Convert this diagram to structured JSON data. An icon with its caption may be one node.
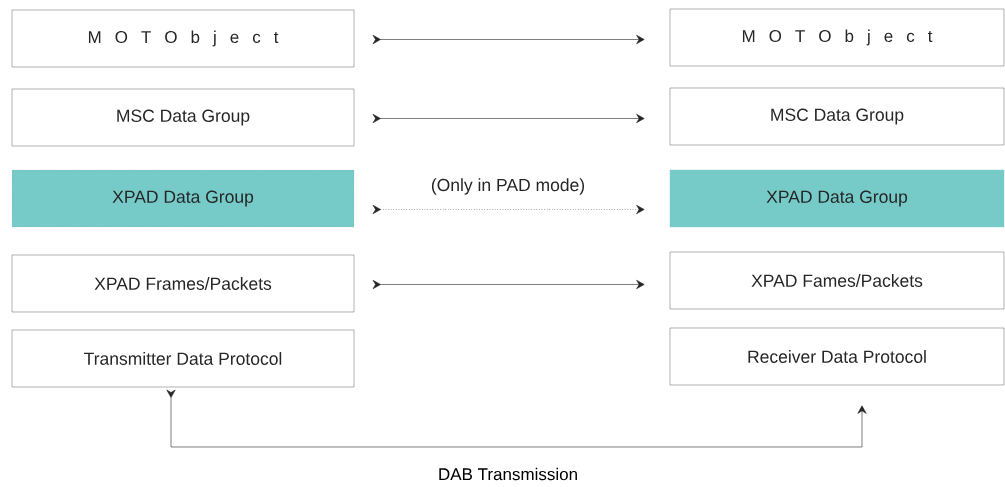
{
  "diagram": {
    "nodes": [
      {
        "text": [
          "M O T O b j e c t"
        ]
      },
      {
        "text": [
          "MSC Data Group"
        ]
      },
      {
        "text": [
          "XPAD Data Group"
        ]
      },
      {
        "text": [
          "XPAD Frames/Packets"
        ]
      },
      {
        "text": [
          "Transmitter Data Protocol"
        ]
      },
      {
        "text": [
          "M O T O b j e c t"
        ]
      },
      {
        "text": [
          "MSC Data Group"
        ]
      },
      {
        "text": [
          "XPAD Data Group"
        ]
      },
      {
        "text": [
          "XPAD Fames/Packets"
        ]
      },
      {
        "text": [
          "Receiver Data Protocol"
        ]
      }
    ],
    "edges": [
      {
        "from": 0,
        "to": 5,
        "arrow": "to"
      },
      {
        "from": 1,
        "to": 6,
        "arrow": "to"
      },
      {
        "from": 2,
        "to": 7,
        "arrow": "to",
        "label": "(Only in PAD mode)",
        "style": "dashed"
      },
      {
        "from": 3,
        "to": 8,
        "arrow": "to"
      },
      {
        "from": 4,
        "to": 9,
        "arrow": "to",
        "label": "DAB Transmission"
      }
    ]
  }
}
